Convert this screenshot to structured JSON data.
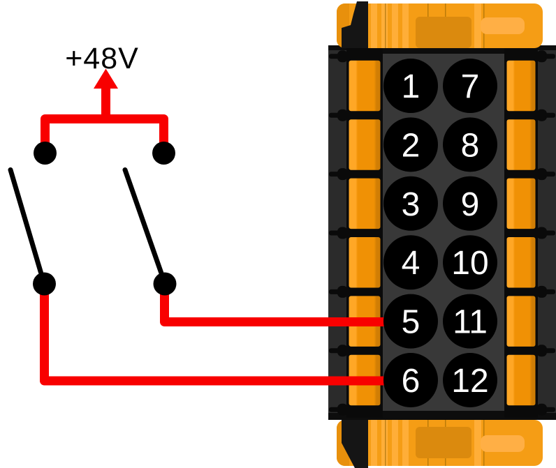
{
  "diagram": {
    "supply_label": "+48V",
    "switch_count": 2,
    "wired_pins": [
      "5",
      "6"
    ],
    "connector": {
      "pin_columns": {
        "left": [
          "1",
          "2",
          "3",
          "4",
          "5",
          "6"
        ],
        "right": [
          "7",
          "8",
          "9",
          "10",
          "11",
          "12"
        ]
      }
    },
    "colors": {
      "wire_red": "#f80000",
      "switch_black": "#000000",
      "label_black": "#000000",
      "cap_orange": "#f59d15",
      "cap_stripe": "#ffae38",
      "cap_left_band": "#e8900c",
      "cap_mid_panel": "#db8a0e",
      "cap_handle": "#ffaf45",
      "latch_black": "#151515",
      "body_edge": "#0d0d0d",
      "outer_column": "#2b2b2b",
      "center_panel": "#383838",
      "segment_light": "#ffa726",
      "segment_main": "#f09105",
      "segment_dark": "#d07e05",
      "pin_hole": "#000000",
      "pin_number": "#ffffff"
    }
  }
}
